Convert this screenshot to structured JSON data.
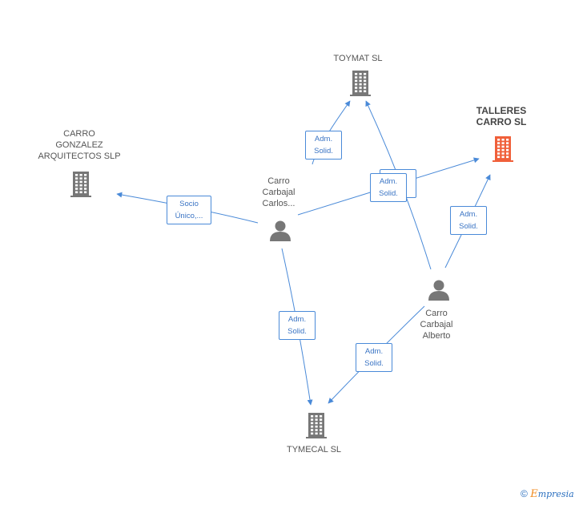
{
  "colors": {
    "edge": "#4a8ad8",
    "company": "#777777",
    "highlight": "#f0603a",
    "person": "#777777"
  },
  "nodes": {
    "toymat": {
      "type": "company",
      "icon": "building-icon",
      "lines": [
        "TOYMAT SL"
      ]
    },
    "talleres": {
      "type": "company",
      "icon": "building-icon",
      "highlight": true,
      "lines": [
        "TALLERES",
        "CARRO SL"
      ]
    },
    "carro_gonzalez": {
      "type": "company",
      "icon": "building-icon",
      "lines": [
        "CARRO",
        "GONZALEZ",
        "ARQUITECTOS SLP"
      ]
    },
    "tymecal": {
      "type": "company",
      "icon": "building-icon",
      "lines": [
        "TYMECAL SL"
      ]
    },
    "carlos": {
      "type": "person",
      "icon": "person-icon",
      "lines": [
        "Carro",
        "Carbajal",
        "Carlos..."
      ]
    },
    "alberto": {
      "type": "person",
      "icon": "person-icon",
      "lines": [
        "Carro",
        "Carbajal",
        "Alberto"
      ]
    }
  },
  "edges": [
    {
      "id": "e1",
      "from": "carlos",
      "to": "toymat",
      "label": [
        "Adm.",
        "Solid."
      ]
    },
    {
      "id": "e2",
      "from": "carlos",
      "to": "talleres",
      "label": [
        "Adm.",
        "Solid."
      ]
    },
    {
      "id": "e3",
      "from": "carlos",
      "to": "carro_gonzalez",
      "label": [
        "Socio",
        "Único,..."
      ]
    },
    {
      "id": "e4",
      "from": "carlos",
      "to": "tymecal",
      "label": [
        "Adm.",
        "Solid."
      ]
    },
    {
      "id": "e5",
      "from": "alberto",
      "to": "toymat",
      "label": [
        "Adm.",
        "Solid."
      ]
    },
    {
      "id": "e6",
      "from": "alberto",
      "to": "talleres",
      "label": [
        "Adm.",
        "Solid."
      ]
    },
    {
      "id": "e7",
      "from": "alberto",
      "to": "tymecal",
      "label": [
        "Adm.",
        "Solid."
      ]
    }
  ],
  "footer": {
    "copyright": "©",
    "brand_initial": "E",
    "brand_rest": "mpresia"
  }
}
